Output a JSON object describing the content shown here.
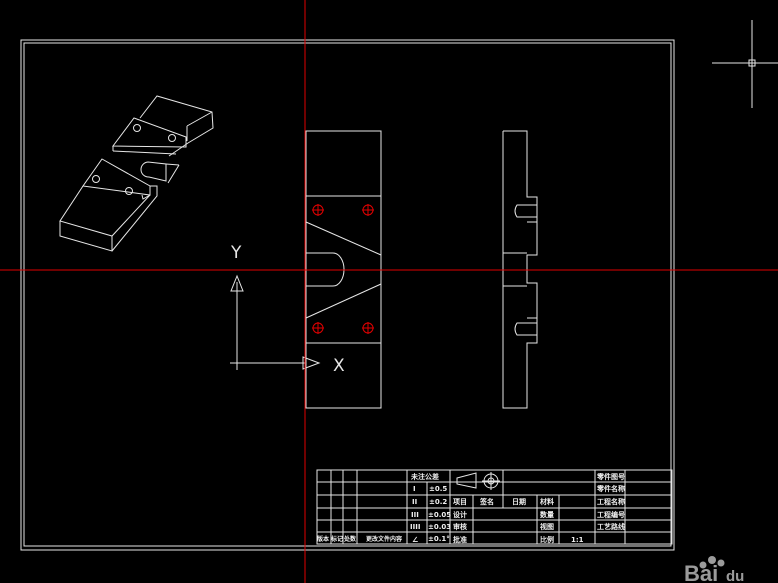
{
  "app": {
    "background": "#000000",
    "line_color": "#e6e6e6",
    "crosshair_color": "#e00000"
  },
  "ucs": {
    "x_label": "X",
    "y_label": "Y"
  },
  "title_block": {
    "tolerance_header": "未注公差",
    "tolerance_rows": [
      {
        "grade": "I",
        "value": "±0.5"
      },
      {
        "grade": "II",
        "value": "±0.2"
      },
      {
        "grade": "III",
        "value": "±0.05"
      },
      {
        "grade": "IIII",
        "value": "±0.03"
      }
    ],
    "roughness_value": "±0.1°",
    "sign_header": {
      "item": "项目",
      "signature": "签名",
      "date": "日期"
    },
    "roles": {
      "design": "设计",
      "review": "审核",
      "approve": "批准"
    },
    "props": {
      "material": "材料",
      "quantity": "数量",
      "view": "视图",
      "scale": "比例",
      "scale_value": "1:1"
    },
    "right_labels": [
      "零件图号",
      "零件名称",
      "工程名称",
      "工程编号",
      "工艺路线"
    ],
    "revision_headers": {
      "version": "版本",
      "mark": "标记",
      "count": "处数",
      "content": "更改文件内容"
    }
  },
  "watermark": {
    "text": "Bai",
    "suffix": "du"
  }
}
